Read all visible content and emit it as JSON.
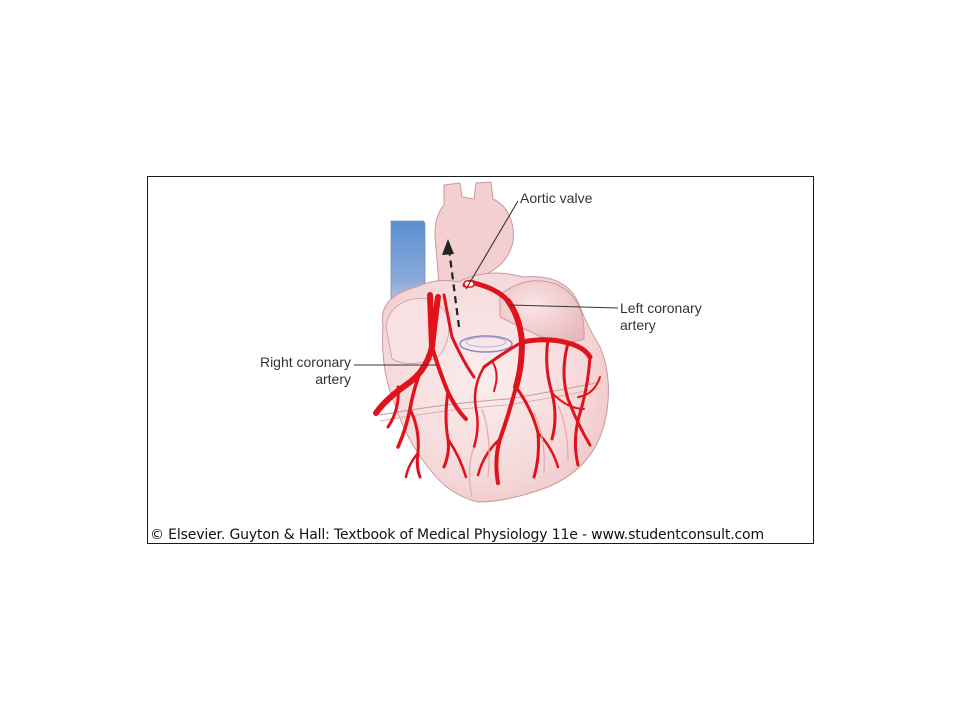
{
  "labels": {
    "aortic_valve": "Aortic valve",
    "left_coronary_line1": "Left coronary",
    "left_coronary_line2": "artery",
    "right_coronary_line1": "Right coronary",
    "right_coronary_line2": "artery"
  },
  "credit": "© Elsevier. Guyton & Hall: Textbook of Medical Physiology 11e - www.studentconsult.com",
  "colors": {
    "artery": "#e0131d",
    "heart_fill": "#f7d9da",
    "heart_outline": "#c99a9c",
    "vena_cava_top": "#5b8fd1",
    "vena_cava_bottom": "#f3dde2",
    "aorta_fill": "#f4cfd1"
  }
}
